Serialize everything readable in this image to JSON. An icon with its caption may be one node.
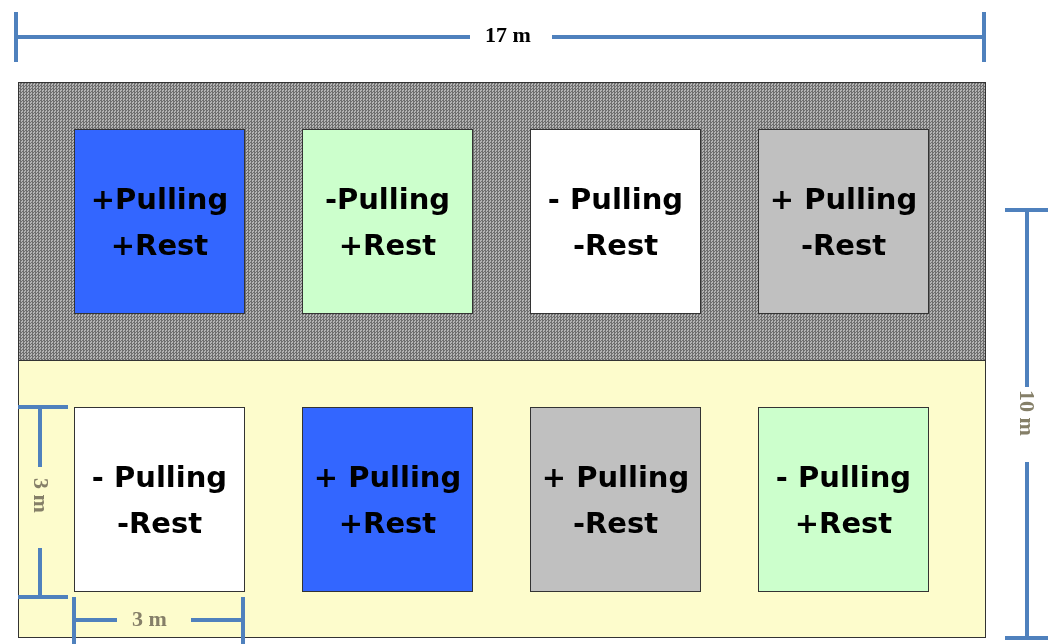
{
  "diagram": {
    "nodes": [
      {
        "text": [],
        "shape": "box"
      },
      {
        "text": [
          "+Pulling",
          "+Rest"
        ],
        "in": 0
      },
      {
        "text": [
          "-Pulling",
          "+Rest"
        ],
        "in": 0
      },
      {
        "text": [
          "- Pulling",
          "-Rest"
        ],
        "in": 0
      },
      {
        "text": [
          "+ Pulling",
          "-Rest"
        ],
        "in": 0
      },
      {
        "text": [],
        "shape": "box"
      },
      {
        "text": [
          "- Pulling",
          "-Rest"
        ],
        "in": 5
      },
      {
        "text": [
          "+ Pulling",
          "+Rest"
        ],
        "in": 5
      },
      {
        "text": [
          "+ Pulling",
          "-Rest"
        ],
        "in": 5
      },
      {
        "text": [
          "- Pulling",
          "+Rest"
        ],
        "in": 5
      }
    ],
    "labels": [
      "17 m",
      "10 m",
      "3 m",
      "3 m"
    ]
  }
}
